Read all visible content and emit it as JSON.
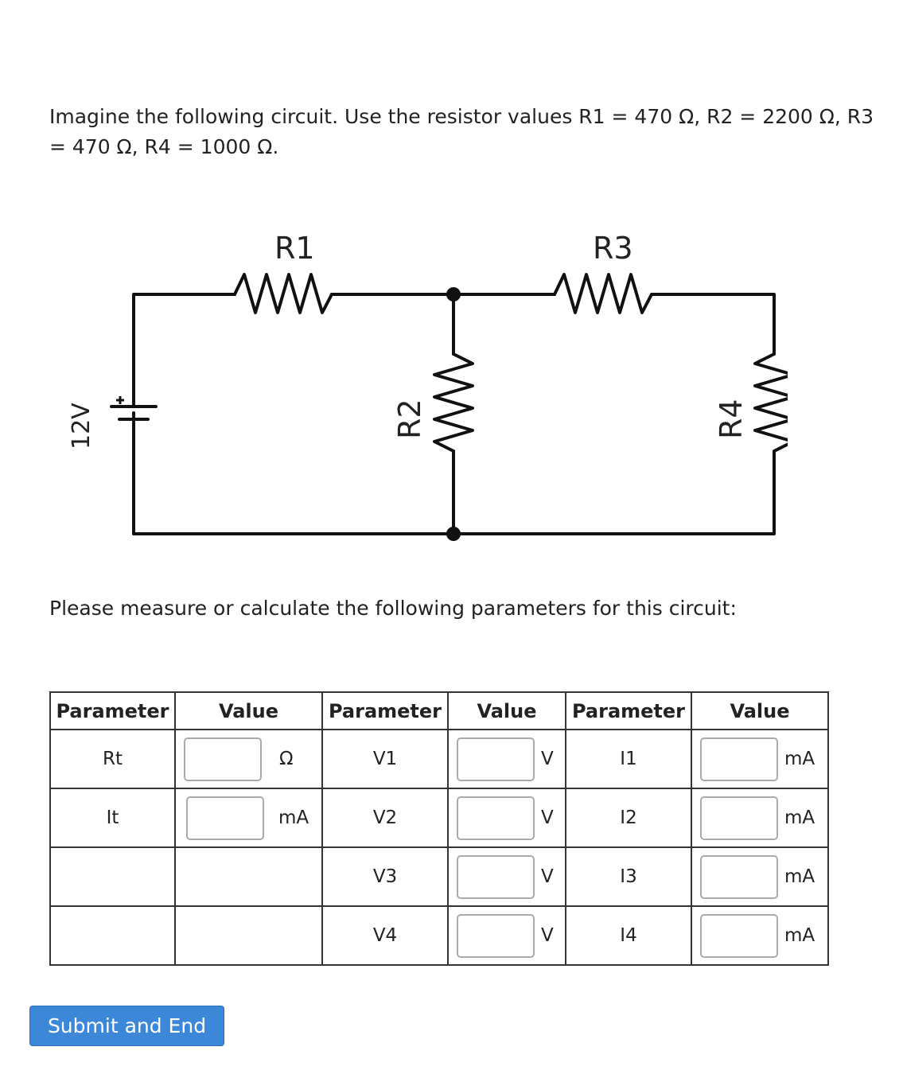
{
  "intro_text": "Imagine the following circuit. Use the resistor values R1 = 470 Ω, R2 = 2200 Ω, R3 = 470 Ω, R4 = 1000 Ω.",
  "circuit": {
    "labels": {
      "r1": "R1",
      "r2": "R2",
      "r3": "R3",
      "r4": "R4",
      "battery": "12V"
    }
  },
  "prompt_text": "Please measure or calculate the following parameters for this circuit:",
  "table": {
    "headers": [
      "Parameter",
      "Value",
      "Parameter",
      "Value",
      "Parameter",
      "Value"
    ],
    "rows": [
      {
        "p1": "Rt",
        "u1": "Ω",
        "p2": "V1",
        "u2": "V",
        "p3": "I1",
        "u3": "mA"
      },
      {
        "p1": "It",
        "u1": "mA",
        "p2": "V2",
        "u2": "V",
        "p3": "I2",
        "u3": "mA"
      },
      {
        "p1": "",
        "u1": "",
        "p2": "V3",
        "u2": "V",
        "p3": "I3",
        "u3": "mA"
      },
      {
        "p1": "",
        "u1": "",
        "p2": "V4",
        "u2": "V",
        "p3": "I4",
        "u3": "mA"
      }
    ]
  },
  "submit_label": "Submit and End"
}
